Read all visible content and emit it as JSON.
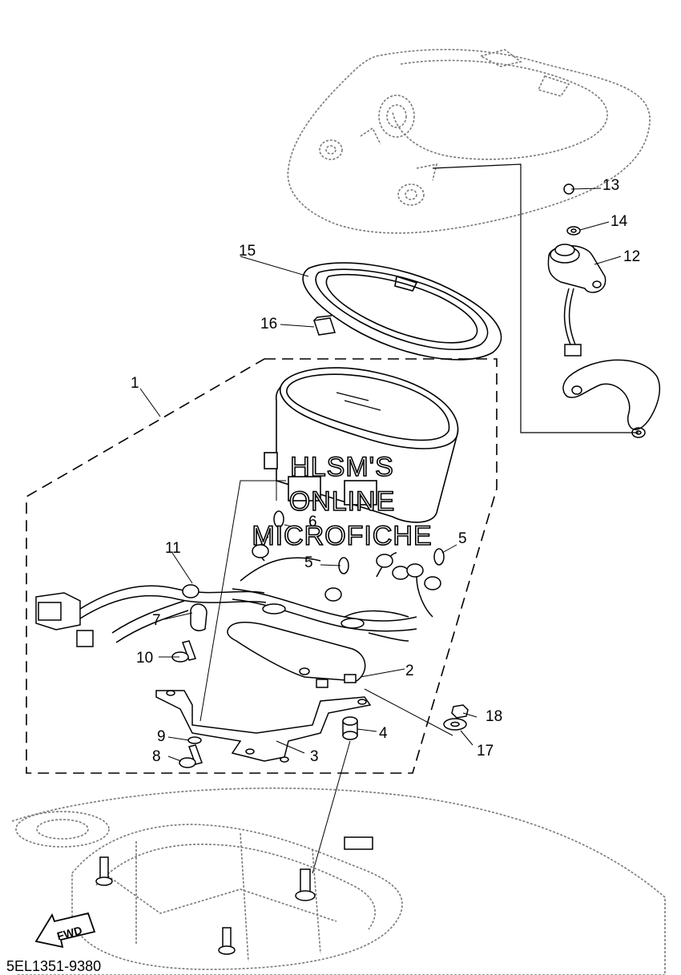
{
  "diagram_code": "5EL1351-9380",
  "watermark": [
    "HLSM'S",
    "ONLINE",
    "MICROFICHE"
  ],
  "direction_label": "FWD",
  "callouts": [
    "1",
    "2",
    "3",
    "4",
    "5",
    "5",
    "6",
    "7",
    "8",
    "9",
    "10",
    "11",
    "12",
    "13",
    "14",
    "15",
    "16",
    "17",
    "18"
  ]
}
